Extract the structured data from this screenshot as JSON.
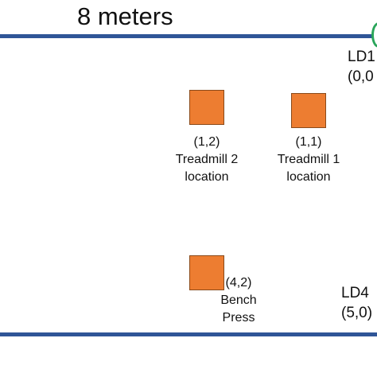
{
  "title": "8 meters",
  "colors": {
    "wall": "#2f5597",
    "equipment": "#ed7d31",
    "marker": "#2aa55a"
  },
  "equipment": {
    "treadmill2": {
      "coord": "(1,2)",
      "name_line1": "Treadmill 2",
      "name_line2": "location"
    },
    "treadmill1": {
      "coord": "(1,1)",
      "name_line1": "Treadmill 1",
      "name_line2": "location"
    },
    "bench": {
      "coord": "(4,2)",
      "name_line1": "Bench",
      "name_line2": "Press"
    }
  },
  "landmarks": {
    "ld1": {
      "name": "LD1",
      "coord": "(0,0"
    },
    "ld4": {
      "name": "LD4",
      "coord": "(5,0)"
    }
  }
}
